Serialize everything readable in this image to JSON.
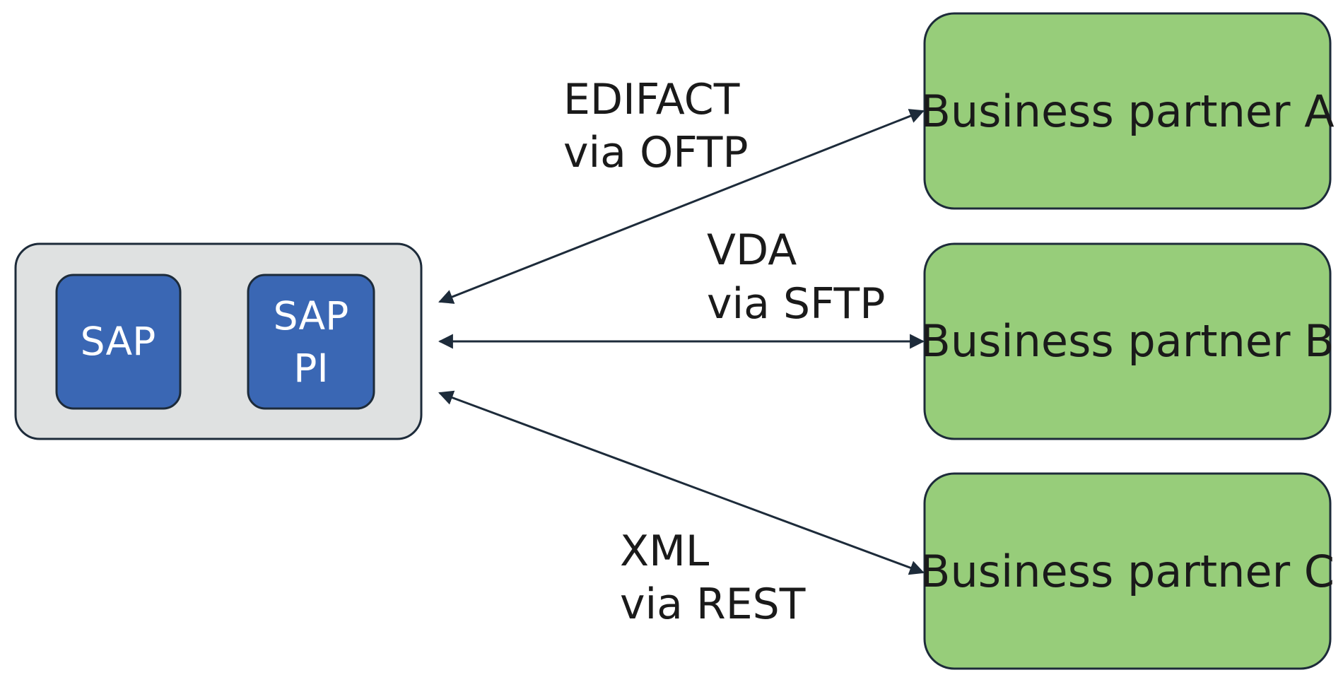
{
  "colors": {
    "system_container_fill": "#dfe1e1",
    "system_box_fill": "#3a67b4",
    "partner_fill": "#97cd7a",
    "stroke": "#1d2b3a",
    "arrow": "#1d2b3a"
  },
  "system": {
    "components": [
      {
        "label_lines": [
          "SAP"
        ]
      },
      {
        "label_lines": [
          "SAP",
          "PI"
        ]
      }
    ]
  },
  "partners": [
    {
      "label": "Business partner A"
    },
    {
      "label": "Business partner B"
    },
    {
      "label": "Business partner C"
    }
  ],
  "connections": [
    {
      "format": "EDIFACT",
      "protocol": "via OFTP"
    },
    {
      "format": "VDA",
      "protocol": "via SFTP"
    },
    {
      "format": "XML",
      "protocol": "via REST"
    }
  ]
}
